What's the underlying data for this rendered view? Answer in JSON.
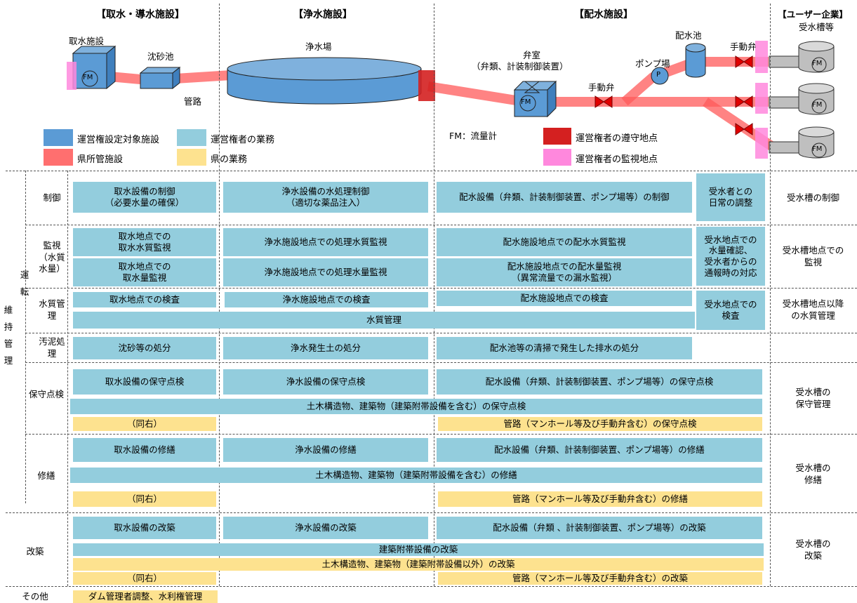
{
  "headers": {
    "intake": "【取水・導水施設】",
    "purification": "【浄水施設】",
    "distribution": "【配水施設】",
    "user": "【ユーザー企業】"
  },
  "diagram": {
    "intake_facility": "取水施設",
    "sand_basin": "沈砂池",
    "pipeline": "管路",
    "purification_plant": "浄水場",
    "valve_room": "弁室",
    "valve_room_sub": "（弁類、計装制御装置）",
    "manual_valve": "手動弁",
    "pump_station": "ポンプ場",
    "reservoir": "配水池",
    "manual_valve_2": "手動弁",
    "receiving_tank": "受水槽等",
    "fm": "FM",
    "p": "P",
    "fm_note": "FM：流量計"
  },
  "legend": {
    "concession_facility": "運営権設定対象施設",
    "operator_work": "運営権者の業務",
    "prefecture_facility": "県所管施設",
    "prefecture_work": "県の業務",
    "compliance_point": "運営権者の遵守地点",
    "monitor_point": "運営権者の監視地点"
  },
  "colors": {
    "facility_blue": "#5b9bd5",
    "operator_blue": "#93cddd",
    "prefecture_yellow": "#fde28f",
    "pipe_red": "#ff5a5a",
    "compliance_red": "#d42020",
    "monitor_pink": "#ff88dd"
  },
  "rows": {
    "ijikanri": "維持管理",
    "unten": "運転",
    "seigyo": "制御",
    "kanshi": "監視（水質水量）",
    "suishitsu": "水質管理",
    "odei": "汚泥処理",
    "hoshu": "保守点検",
    "shuzen": "修繕",
    "kaichiku": "改築",
    "sonota": "その他"
  },
  "cells": {
    "c1": "取水設備の制御\n（必要水量の確保）",
    "c2": "浄水設備の水処理制御\n（適切な薬品注入）",
    "c3": "配水設備（弁類、計装制御装置、ポンプ場等）の制御",
    "c4": "受水者との\n日常の調整",
    "c5": "受水槽の制御",
    "m1": "取水地点での\n取水水質監視",
    "m2": "浄水施設地点での処理水質監視",
    "m3": "配水施設地点での配水水質監視",
    "m4": "受水地点での\n水量確認、\n受水者からの\n通報時の対応",
    "m5": "受水槽地点での\n監視",
    "m6": "取水地点での\n取水量監視",
    "m7": "浄水施設地点での処理水量監視",
    "m8": "配水施設地点での配水量監視\n（異常流量での漏水監視）",
    "q1": "取水地点での検査",
    "q2": "浄水施設地点での検査",
    "q3": "配水施設地点での検査",
    "q4": "受水地点での\n検査",
    "q5": "受水槽地点以降\nの水質管理",
    "q6": "水質管理",
    "s1": "沈砂等の処分",
    "s2": "浄水発生土の処分",
    "s3": "配水池等の清掃で発生した排水の処分",
    "h1": "取水設備の保守点検",
    "h2": "浄水設備の保守点検",
    "h3": "配水設備（弁類、計装制御装置、ポンプ場等）の保守点検",
    "h4": "土木構造物、建築物（建築附帯設備を含む）の保守点検",
    "h5": "（同右）",
    "h6": "管路（マンホール等及び手動弁含む）の保守点検",
    "h7": "受水槽の\n保守管理",
    "r1": "取水設備の修繕",
    "r2": "浄水設備の修繕",
    "r3": "配水設備（弁類、計装制御装置、ポンプ場等）の修繕",
    "r4": "土木構造物、建築物（建築附帯設備を含む）の修繕",
    "r5": "（同右）",
    "r6": "管路（マンホール等及び手動弁含む）の修繕",
    "r7": "受水槽の\n修繕",
    "k1": "取水設備の改築",
    "k2": "浄水設備の改築",
    "k3": "配水設備（弁類 、計装制御装置、ポンプ場等）の改築",
    "k4": "建築附帯設備の改築",
    "k5": "土木構造物、建築物（建築附帯設備以外）の改築",
    "k6": "（同右）",
    "k7": "管路（マンホール等及び手動弁含む）の改築",
    "k8": "受水槽の\n改築",
    "o1": "ダム管理者調整、水利権管理"
  }
}
